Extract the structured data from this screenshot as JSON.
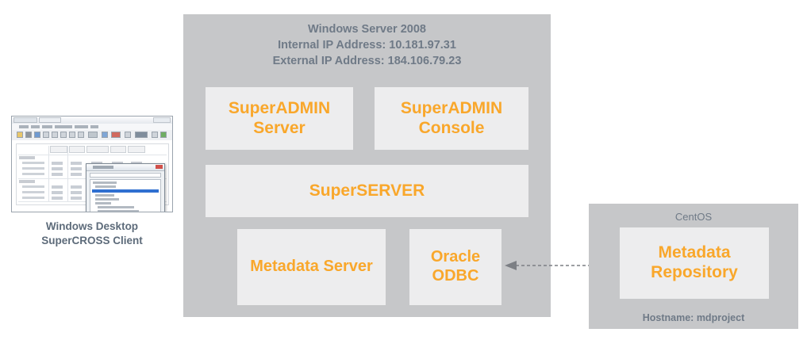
{
  "client": {
    "caption_line1": "Windows Desktop",
    "caption_line2": "SuperCROSS Client",
    "thumbnail_name": "supercross-client-screenshot"
  },
  "windows_server": {
    "title_line1": "Windows Server 2008",
    "title_line2": "Internal IP Address: 10.181.97.31",
    "title_line3": "External IP Address: 184.106.79.23",
    "components": {
      "superadmin_server": "SuperADMIN\nServer",
      "superadmin_server_line1": "SuperADMIN",
      "superadmin_server_line2": "Server",
      "superadmin_console_line1": "SuperADMIN",
      "superadmin_console_line2": "Console",
      "superserver": "SuperSERVER",
      "metadata_server": "Metadata Server",
      "oracle_odbc_line1": "Oracle",
      "oracle_odbc_line2": "ODBC"
    }
  },
  "centos": {
    "title": "CentOS",
    "metadata_repository_line1": "Metadata",
    "metadata_repository_line2": "Repository",
    "hostname": "Hostname: mdproject"
  },
  "connector": {
    "name": "bidirectional-dashed-arrow",
    "style": "dashed",
    "direction": "bidirectional"
  },
  "colors": {
    "panel_background": "#c6c7c9",
    "box_background": "#ededee",
    "accent_orange": "#f9a72b",
    "title_gray": "#6f7a87",
    "caption_gray": "#5d6b7a",
    "connector_gray": "#7c7f84",
    "page_background": "#ffffff"
  }
}
